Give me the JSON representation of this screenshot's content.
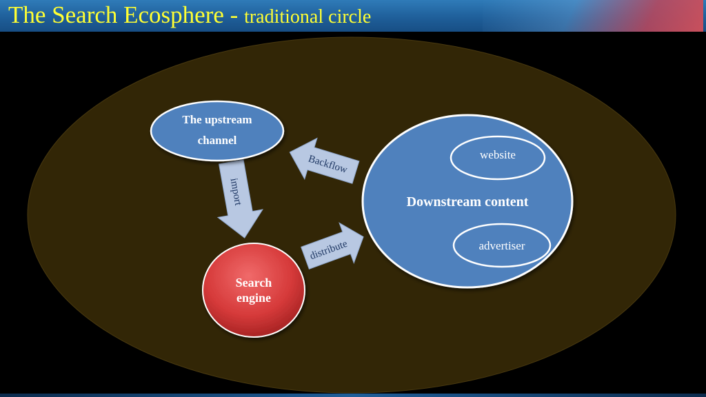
{
  "title": {
    "main": "The Search Ecosphere",
    "separator": " - ",
    "sub": "traditional circle"
  },
  "nodes": {
    "upstream": {
      "line1": "The upstream",
      "line2": "channel"
    },
    "engine": {
      "line1": "Search",
      "line2": "engine"
    },
    "downstream": {
      "label": "Downstream content"
    },
    "website": {
      "label": "website"
    },
    "advertiser": {
      "label": "advertiser"
    }
  },
  "arrows": {
    "import": "import",
    "distribute": "distribute",
    "backflow": "Backflow"
  },
  "colors": {
    "title": "#ffff33",
    "outer_ellipse": "#322606",
    "node_blue": "#4f81bd",
    "node_red": "#d63a3a",
    "arrow": "#b8c8e2",
    "arrow_text": "#1f3864"
  }
}
